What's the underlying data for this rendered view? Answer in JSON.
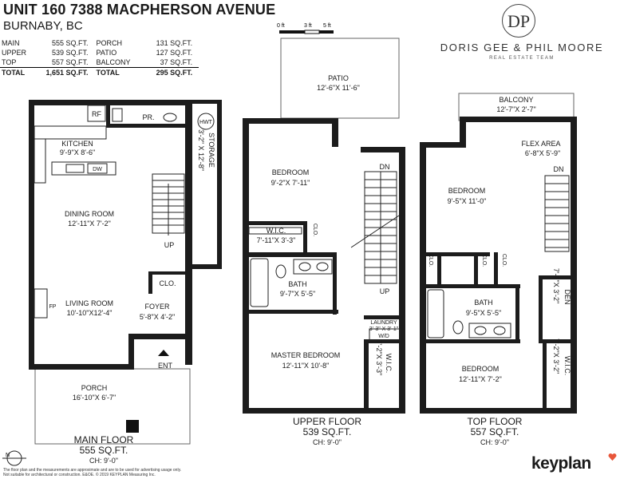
{
  "header": {
    "title": "UNIT 160 7388 MACPHERSON AVENUE",
    "subtitle": "BURNABY, BC"
  },
  "areas": {
    "left": [
      {
        "name": "MAIN",
        "value": "555 SQ.FT."
      },
      {
        "name": "UPPER",
        "value": "539 SQ.FT."
      },
      {
        "name": "TOP",
        "value": "557 SQ.FT."
      },
      {
        "name": "TOTAL",
        "value": "1,651 SQ.FT."
      }
    ],
    "right": [
      {
        "name": "PORCH",
        "value": "131 SQ.FT."
      },
      {
        "name": "PATIO",
        "value": "127 SQ.FT."
      },
      {
        "name": "BALCONY",
        "value": "37 SQ.FT."
      },
      {
        "name": "TOTAL",
        "value": "295 SQ.FT."
      }
    ]
  },
  "scale": {
    "labels": [
      "0 ft",
      "3 ft",
      "5 ft"
    ]
  },
  "brand": {
    "monogram": "DP",
    "name": "DORIS GEE & PHIL MOORE",
    "team": "REAL ESTATE TEAM"
  },
  "main_floor": {
    "name": "MAIN FLOOR",
    "area": "555 SQ.FT.",
    "ceiling": "CH: 9'-0\"",
    "rooms": {
      "rf": "RF",
      "pr": "PR.",
      "hwt": "HWT",
      "kitchen": "KITCHEN",
      "kitchen_dim": "9'-9\"X 8'-6\"",
      "dw": "DW",
      "storage": "STORAGE",
      "storage_dim": "3'-2\" X 12'-8\"",
      "dining": "DINING ROOM",
      "dining_dim": "12'-11\"X 7'-2\"",
      "up": "UP",
      "clo": "CLO.",
      "living": "LIVING ROOM",
      "living_dim": "10'-10\"X12'-4\"",
      "fp": "FP",
      "foyer": "FOYER",
      "foyer_dim": "5'-8\"X 4'-2\"",
      "ent": "ENT",
      "porch": "PORCH",
      "porch_dim": "16'-10\"X 6'-7\""
    }
  },
  "upper_floor": {
    "name": "UPPER FLOOR",
    "area": "539 SQ.FT.",
    "ceiling": "CH: 9'-0\"",
    "rooms": {
      "patio": "PATIO",
      "patio_dim": "12'-6\"X 11'-6\"",
      "bedroom": "BEDROOM",
      "bedroom_dim": "9'-2\"X 7'-11\"",
      "dn": "DN",
      "wic": "W.I.C.",
      "wic_dim": "7'-11\"X 3'-3\"",
      "clo": "CLO.",
      "bath": "BATH",
      "bath_dim": "9'-7\"X 5'-5\"",
      "up": "UP",
      "laundry": "LAUNDRY",
      "laundry_dim": "3'-3\" X 3'-1\"",
      "wd": "W/D",
      "master": "MASTER BEDROOM",
      "master_dim": "12'-11\"X 10'-8\"",
      "wic2": "W.I.C.",
      "wic2_dim": "7'-2\"X 3'-3\""
    }
  },
  "top_floor": {
    "name": "TOP FLOOR",
    "area": "557 SQ.FT.",
    "ceiling": "CH: 9'-0\"",
    "rooms": {
      "balcony": "BALCONY",
      "balcony_dim": "12'-7\"X 2'-7\"",
      "flex": "FLEX AREA",
      "flex_dim": "6'-8\"X 5'-9\"",
      "dn": "DN",
      "bedroom": "BEDROOM",
      "bedroom_dim": "9'-5\"X 11'-0\"",
      "clo1": "CLO.",
      "clo2": "CLO.",
      "clo3": "CLO.",
      "den": "DEN",
      "den_dim": "7'-2\"X 3'-2\"",
      "bath": "BATH",
      "bath_dim": "9'-5\"X 5'-5\"",
      "bedroom2": "BEDROOM",
      "bedroom2_dim": "12'-11\"X 7'-2\"",
      "wic": "W.I.C.",
      "wic_dim": "7'-2\"X 3'-2\""
    }
  },
  "footer": {
    "disclaimer_1": "The floor plan and the measurements are approximate and are to be used for advertising usage only.",
    "disclaimer_2": "Not suitable for architectural or construction. E&OE. © 2019 KEYPLAN Measuring Inc.",
    "keyplan": "keyplan",
    "compass": "N"
  },
  "colors": {
    "wall": "#1c1c1c",
    "accent": "#e8563a"
  }
}
